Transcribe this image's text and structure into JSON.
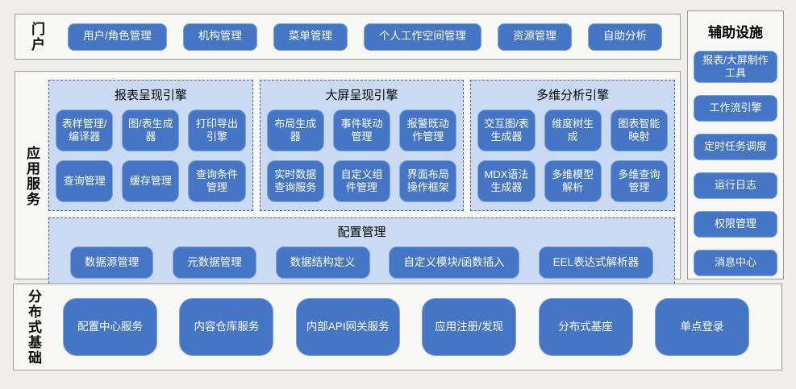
{
  "colors": {
    "node_fill": "#4576c5",
    "node_border": "#7ea4de",
    "node_text": "#ffffff",
    "panel_fill": "#cadaf3",
    "panel_border": "#51688f",
    "section_fill": "#f8f8f7",
    "section_border": "#9b9b9b",
    "page_bg": "#efeeed"
  },
  "portal": {
    "label": "门户",
    "buttons": [
      "用户/角色管理",
      "机构管理",
      "菜单管理",
      "个人工作空间管理",
      "资源管理",
      "自助分析"
    ]
  },
  "app_services": {
    "label": "应用服务",
    "engines": [
      {
        "title": "报表呈现引擎",
        "buttons": [
          "表样管理/编译器",
          "图/表生成器",
          "打印导出引擎",
          "查询管理",
          "缓存管理",
          "查询条件管理"
        ]
      },
      {
        "title": "大屏呈现引擎",
        "buttons": [
          "布局生成器",
          "事件联动管理",
          "报警既动作管理",
          "实时数据查询服务",
          "自定义组件管理",
          "界面布局操作框架"
        ]
      },
      {
        "title": "多维分析引擎",
        "buttons": [
          "交互图/表生成器",
          "维度树生成",
          "图表智能映射",
          "MDX语法生成器",
          "多维模型解析",
          "多维查询管理"
        ]
      }
    ],
    "config": {
      "title": "配置管理",
      "buttons": [
        "数据源管理",
        "元数据管理",
        "数据结构定义",
        "自定义模块/函数插入",
        "EEL表达式解析器"
      ]
    }
  },
  "auxiliary": {
    "title": "辅助设施",
    "buttons": [
      "报表/大屏制作工具",
      "工作流引擎",
      "定时任务调度",
      "运行日志",
      "权限管理",
      "消息中心"
    ]
  },
  "distributed": {
    "label": "分布式基础",
    "buttons": [
      "配置中心服务",
      "内容仓库服务",
      "内部API网关服务",
      "应用注册/发现",
      "分布式基座",
      "单点登录"
    ]
  }
}
